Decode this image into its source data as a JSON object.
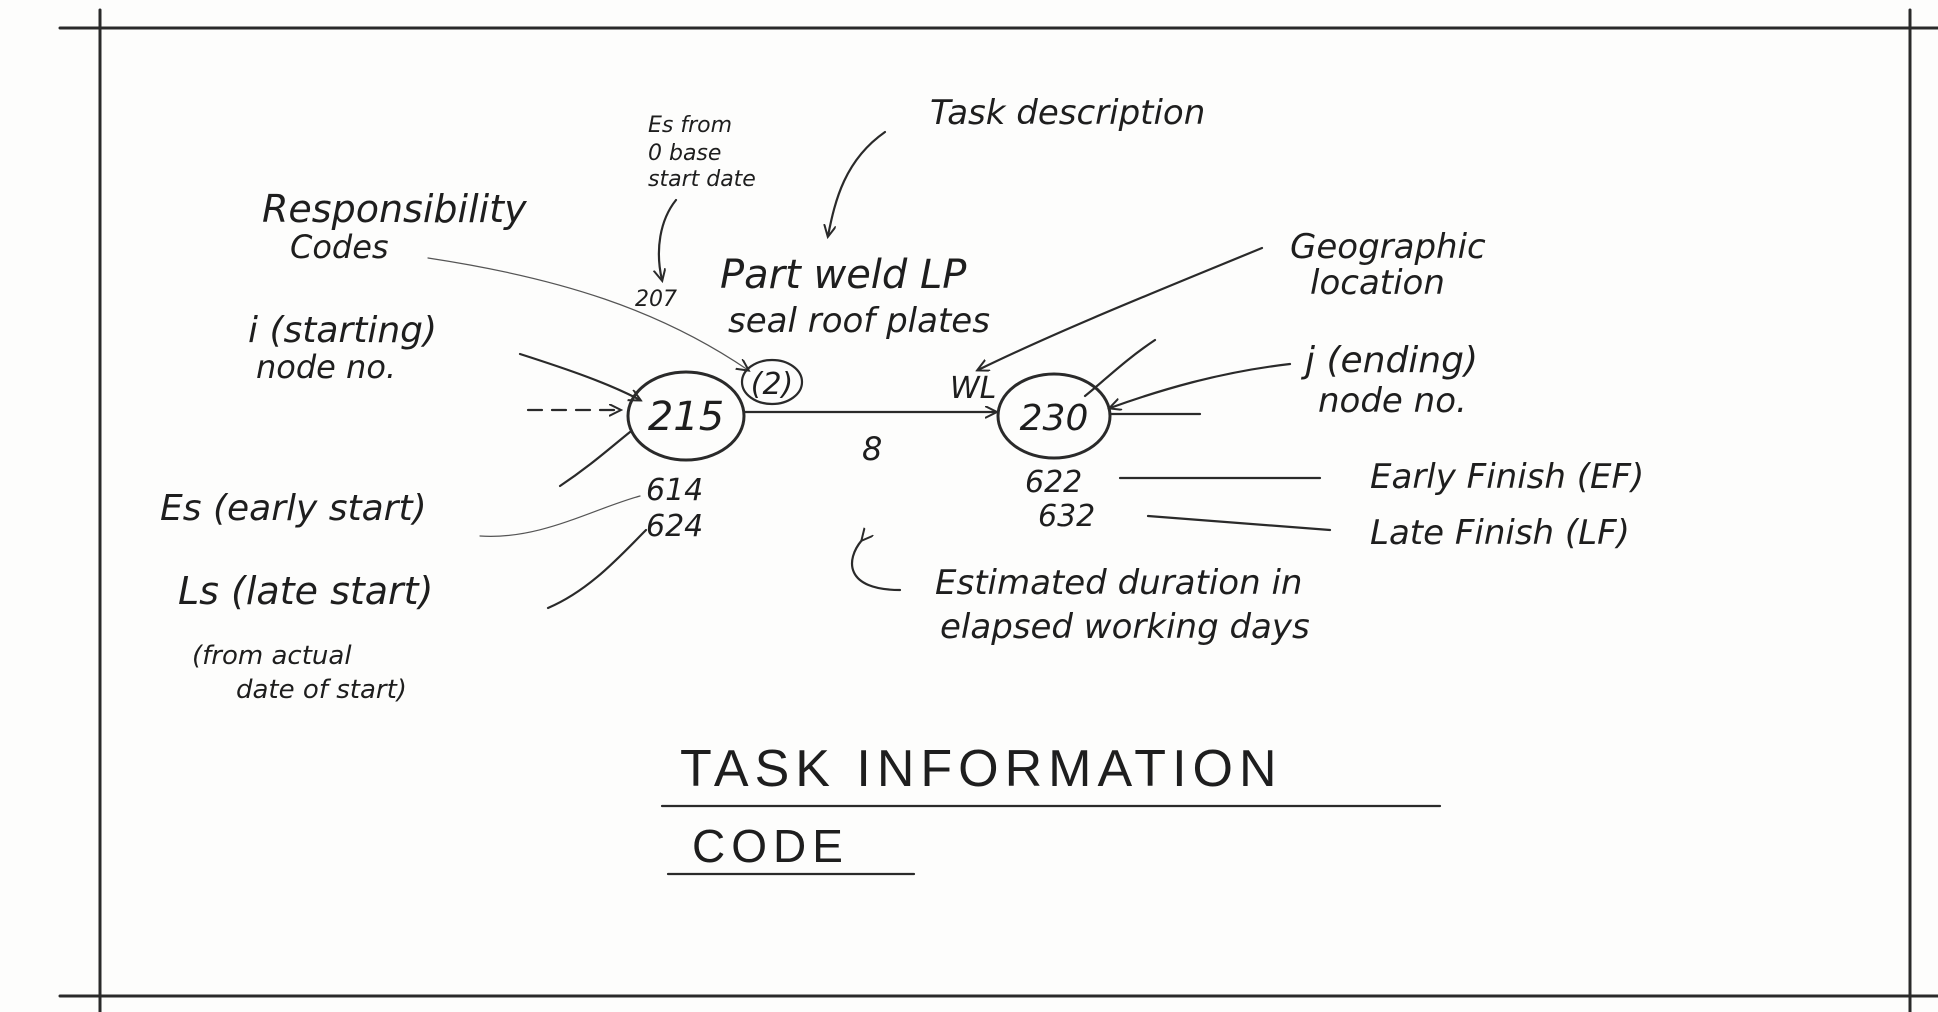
{
  "labels": {
    "task_description": "Task description",
    "es_from": [
      "Es from",
      "0 base",
      "start date"
    ],
    "responsibility_code": [
      "Responsibility",
      "Codes"
    ],
    "geographic_location": [
      "Geographic",
      "location"
    ],
    "i_node": [
      "i (starting)",
      "node no."
    ],
    "j_node": [
      "j (ending)",
      "node no."
    ],
    "es_label": "Es (early start)",
    "ls_label": "Ls (late start)",
    "from_actual": [
      "(from actual",
      "date of start)"
    ],
    "early_finish": "Early Finish (EF)",
    "late_finish": "Late Finish (LF)",
    "estimated_duration": [
      "Estimated duration in",
      "elapsed working days"
    ]
  },
  "task": {
    "es_base": "207",
    "description": [
      "Part weld LP",
      "seal roof plates"
    ],
    "responsibility_value": "(2)",
    "location_value": "WL",
    "duration": "8",
    "start_node": "215",
    "end_node": "230",
    "early_start": "614",
    "late_start": "624",
    "early_finish": "622",
    "late_finish": "632"
  },
  "footer": {
    "title": "TASK INFORMATION",
    "subtitle": "CODE"
  }
}
